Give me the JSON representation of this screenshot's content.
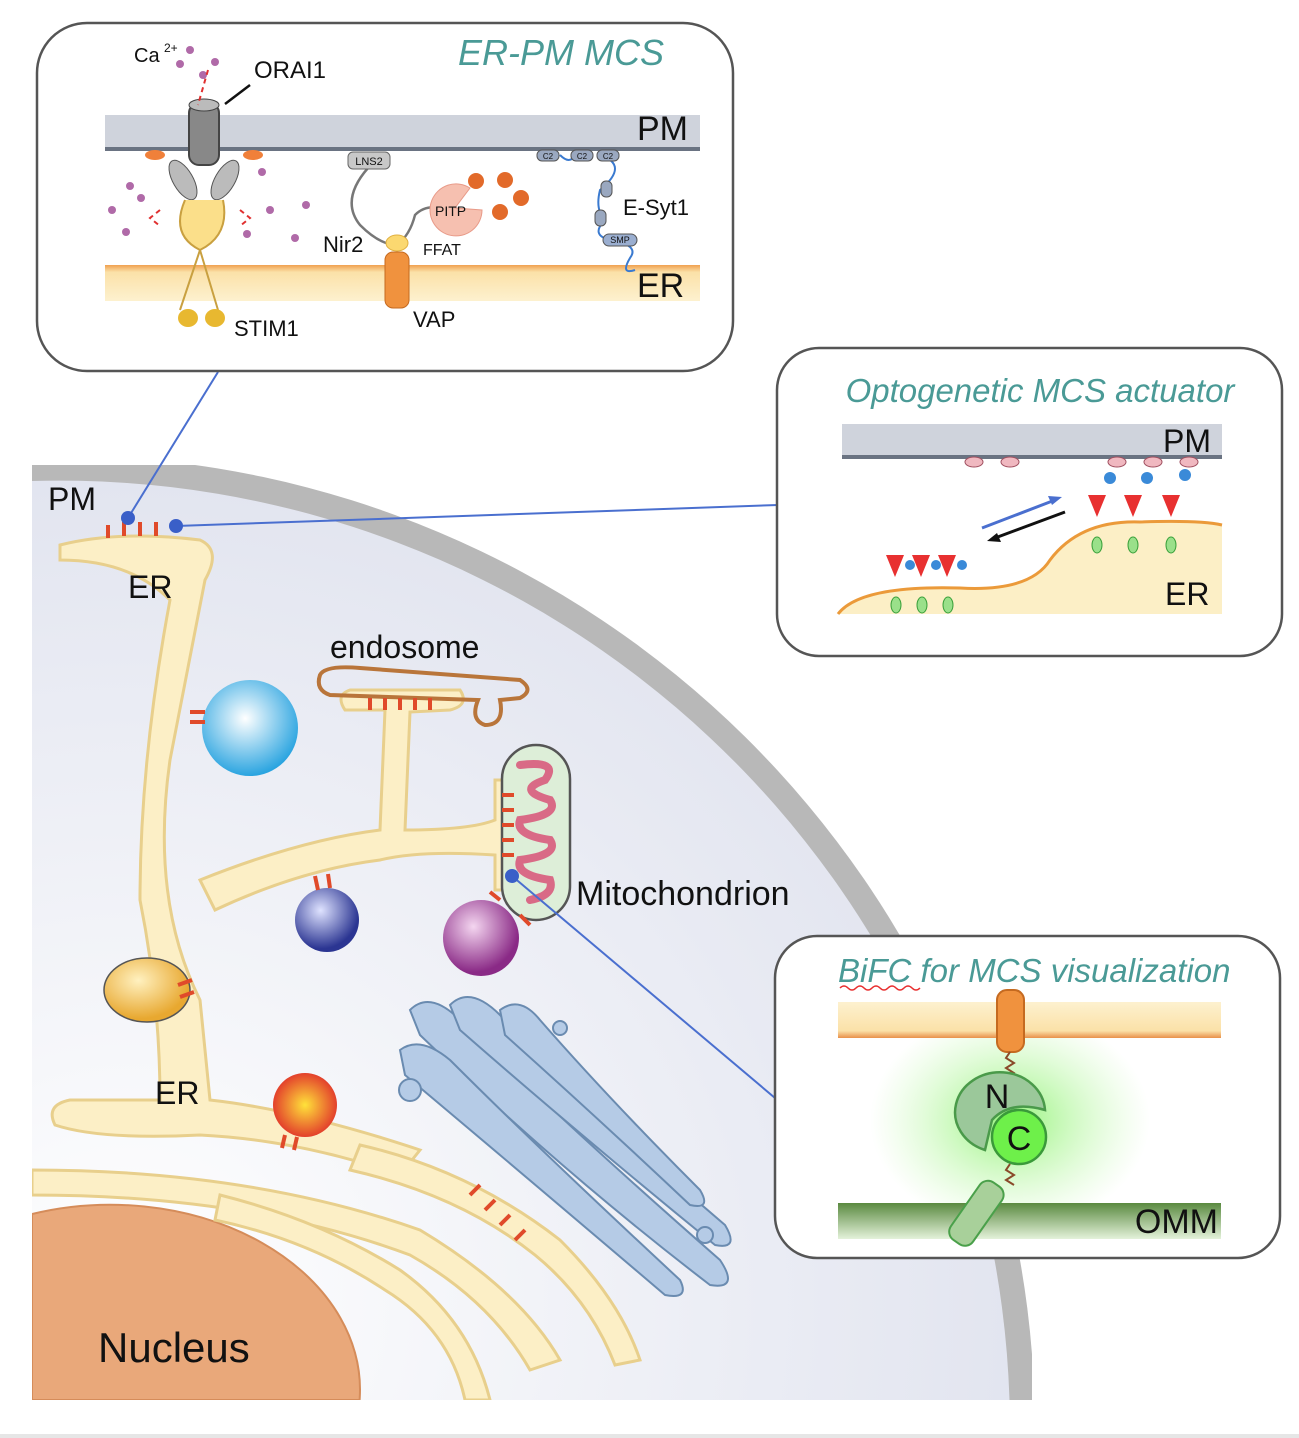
{
  "panels": {
    "er_pm": {
      "title": "ER-PM MCS",
      "labels": {
        "ca": "Ca",
        "ca_sup": "2+",
        "orai1": "ORAI1",
        "pm": "PM",
        "lns2": "LNS2",
        "pitp": "PITP",
        "esyt1": "E-Syt1",
        "c2": "C2",
        "smp": "SMP",
        "nir2": "Nir2",
        "ffat": "FFAT",
        "er": "ER",
        "stim1": "STIM1",
        "vap": "VAP"
      }
    },
    "opto": {
      "title": "Optogenetic MCS actuator",
      "pm": "PM",
      "er": "ER"
    },
    "bifc": {
      "title_prefix": "BiFC",
      "title_rest": " for MCS visualization",
      "n": "N",
      "c": "C",
      "omm": "OMM"
    }
  },
  "cell": {
    "pm": "PM",
    "er_top": "ER",
    "er_bottom": "ER",
    "endosome": "endosome",
    "mitochondrion": "Mitochondrion",
    "nucleus": "Nucleus"
  },
  "colors": {
    "title_teal": "#4a9a96",
    "connector": "#4a6fcf",
    "contact_red": "#e04a2a",
    "er_fill": "#fcefc6",
    "pm_gray": "#cfd3dc"
  }
}
